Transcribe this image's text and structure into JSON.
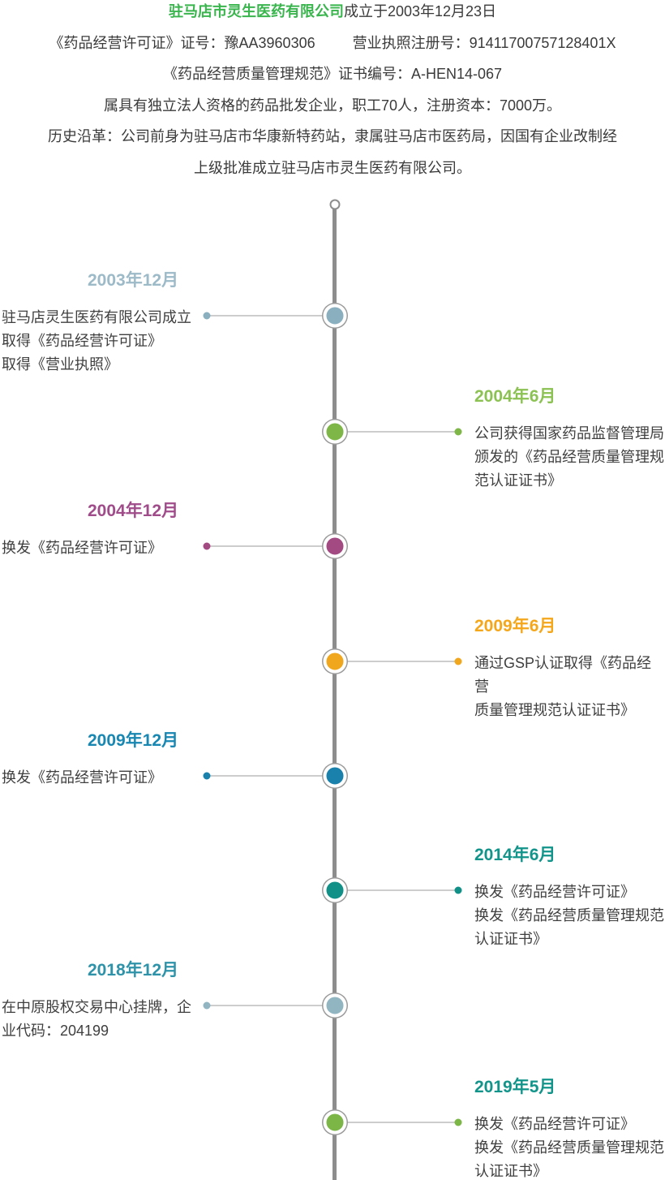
{
  "header": {
    "company_name": "驻马店市灵生医药有限公司",
    "founded_text": "成立于2003年12月23日",
    "license_no": "《药品经营许可证》证号：豫AA3960306",
    "business_reg_no": "营业执照注册号：91411700757128401X",
    "gsp_cert_no": "《药品经营质量管理规范》证书编号：A-HEN14-067",
    "company_profile": "属具有独立法人资格的药品批发企业，职工70人，注册资本：7000万。",
    "history_line1": "历史沿革：公司前身为驻马店市华康新特药站，隶属驻马店市医药局，因国有企业改制经",
    "history_line2": "上级批准成立驻马店市灵生医药有限公司。"
  },
  "colors": {
    "company_name_green": "#3ab54e",
    "trunk_gray": "#8d8d8d",
    "connector_gray": "#cdcdcd",
    "body_text": "#3f3f3f"
  },
  "timeline": {
    "events": [
      {
        "date": "2003年12月",
        "side": "left",
        "node_color": "#8aafbe",
        "date_color": "#9cbac7",
        "lines": [
          "驻马店灵生医药有限公司成立",
          "取得《药品经营许可证》",
          "取得《营业执照》"
        ]
      },
      {
        "date": "2004年6月",
        "side": "right",
        "node_color": "#7eb648",
        "date_color": "#8cc153",
        "lines": [
          "公司获得国家药品监督管理局",
          "颁发的《药品经营质量管理规",
          "范认证证书》"
        ]
      },
      {
        "date": "2004年12月",
        "side": "left",
        "node_color": "#a34a82",
        "date_color": "#a04c8a",
        "lines": [
          "换发《药品经营许可证》"
        ]
      },
      {
        "date": "2009年6月",
        "side": "right",
        "node_color": "#f1a71d",
        "date_color": "#f5a71b",
        "lines": [
          "通过GSP认证取得《药品经营",
          "质量管理规范认证证书》"
        ]
      },
      {
        "date": "2009年12月",
        "side": "left",
        "node_color": "#1a81ac",
        "date_color": "#1887b2",
        "lines": [
          "换发《药品经营许可证》"
        ]
      },
      {
        "date": "2014年6月",
        "side": "right",
        "node_color": "#109087",
        "date_color": "#12948a",
        "lines": [
          "换发《药品经营许可证》",
          "换发《药品经营质量管理规范",
          "认证证书》"
        ]
      },
      {
        "date": "2018年12月",
        "side": "left",
        "node_color": "#92b5c2",
        "date_color": "#2e93a9",
        "lines": [
          "在中原股权交易中心挂牌，企",
          "业代码：204199"
        ]
      },
      {
        "date": "2019年5月",
        "side": "right",
        "node_color": "#7cb647",
        "date_color": "#12948a",
        "lines": [
          "换发《药品经营许可证》",
          "换发《药品经营质量管理规范",
          "认证证书》"
        ]
      }
    ]
  }
}
